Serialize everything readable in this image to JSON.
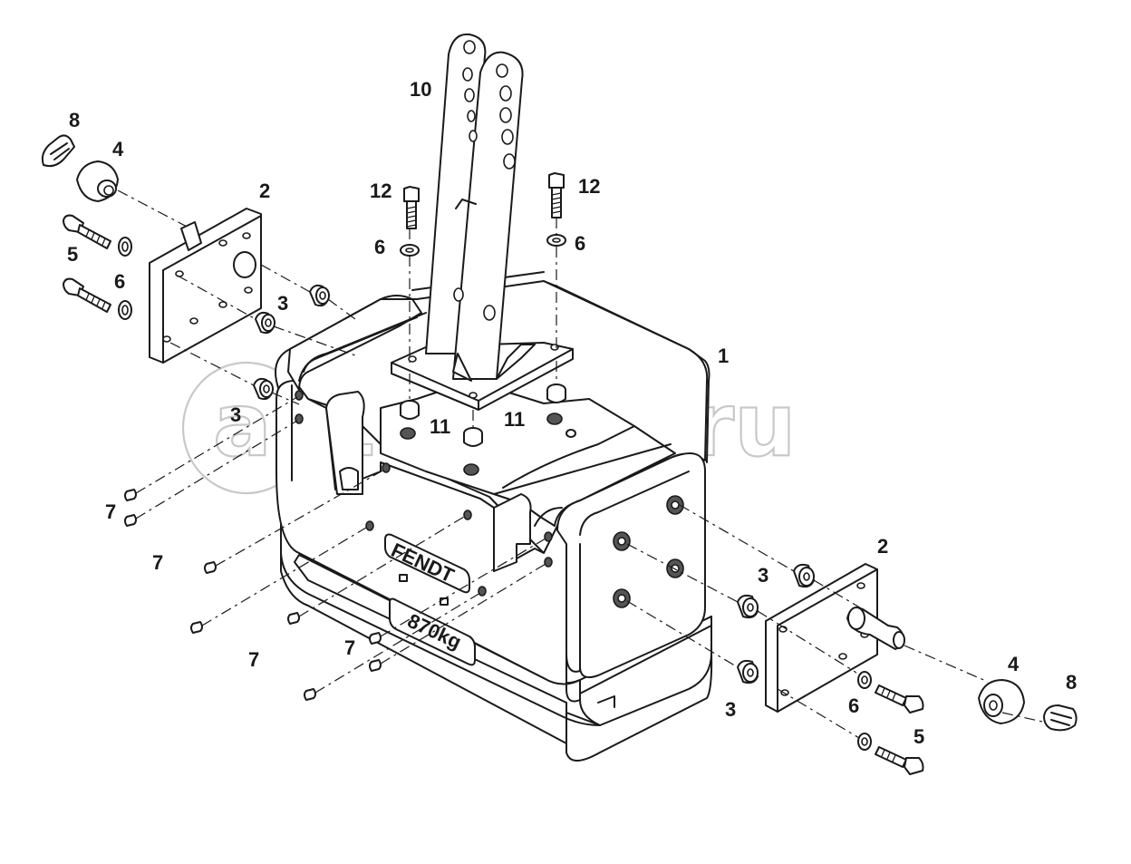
{
  "watermark": "autopiter.ru",
  "brand": {
    "name": "FENDT",
    "model": "870kg"
  },
  "callouts": {
    "c1": "1",
    "c2a": "2",
    "c2b": "2",
    "c3a": "3",
    "c3b": "3",
    "c3c": "3",
    "c3d": "3",
    "c4a": "4",
    "c4b": "4",
    "c5a": "5",
    "c5b": "5",
    "c6a": "6",
    "c6b": "6",
    "c6c": "6",
    "c6d": "6",
    "c7a": "7",
    "c7b": "7",
    "c7c": "7",
    "c7d": "7",
    "c8a": "8",
    "c8b": "8",
    "c10": "10",
    "c11a": "11",
    "c11b": "11",
    "c12a": "12",
    "c12b": "12"
  }
}
